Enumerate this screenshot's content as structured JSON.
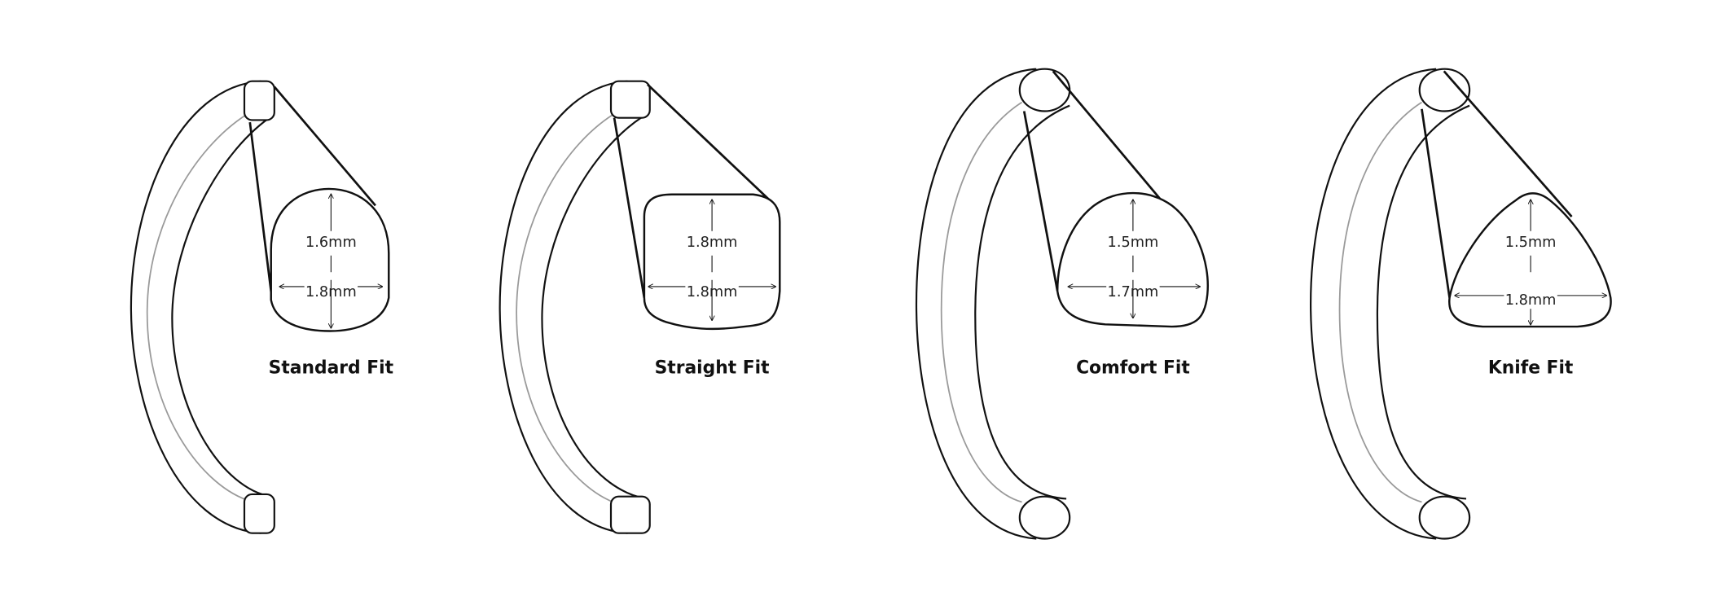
{
  "colors": {
    "stroke": "#111111",
    "inner_line": "#9a9a9a",
    "background": "#ffffff"
  },
  "profiles": [
    {
      "name": "Standard Fit",
      "height": "1.6mm",
      "width": "1.8mm",
      "shape": "standard"
    },
    {
      "name": "Straight Fit",
      "height": "1.8mm",
      "width": "1.8mm",
      "shape": "straight"
    },
    {
      "name": "Comfort Fit",
      "height": "1.5mm",
      "width": "1.7mm",
      "shape": "comfort"
    },
    {
      "name": "Knife Fit",
      "height": "1.5mm",
      "width": "1.8mm",
      "shape": "knife"
    }
  ]
}
